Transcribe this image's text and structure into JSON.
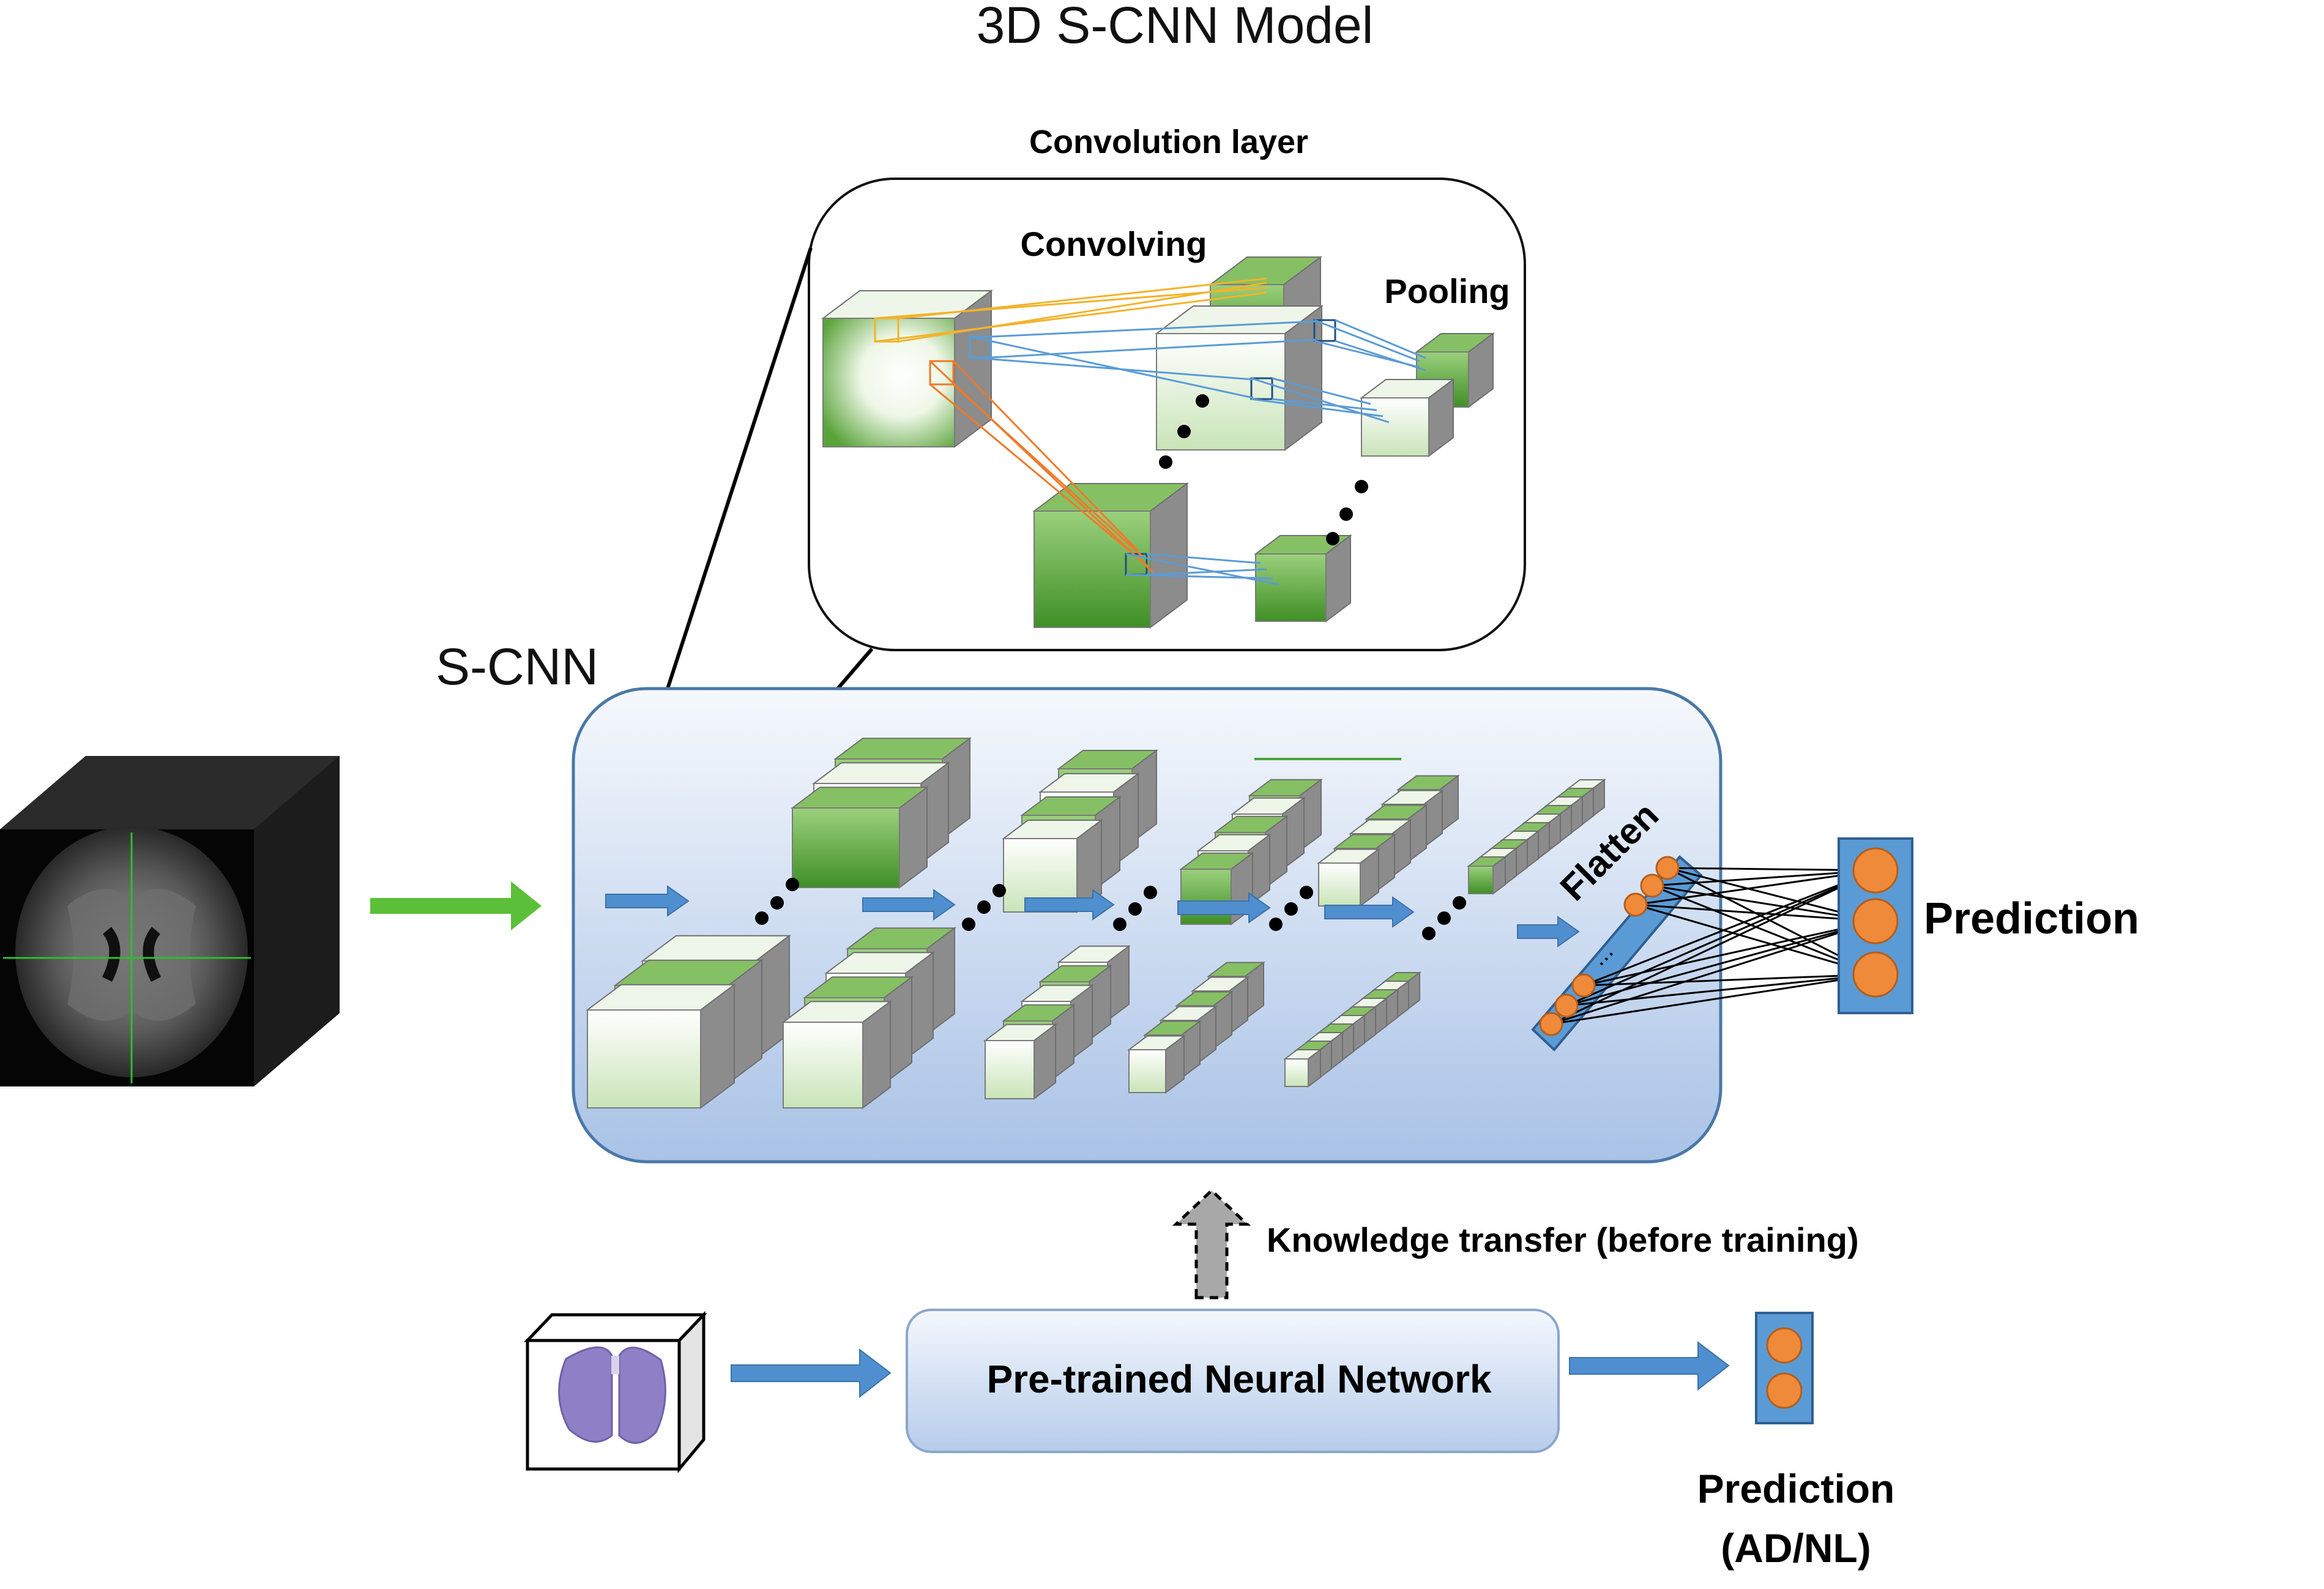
{
  "title": "3D S-CNN Model",
  "labels": {
    "convolution_layer": "Convolution layer",
    "convolving": "Convolving",
    "pooling": "Pooling",
    "s_cnn": "S-CNN",
    "flatten": "Flatten",
    "prediction_main": "Prediction",
    "knowledge_transfer": "Knowledge transfer (before training)",
    "pretrained_network": "Pre-trained Neural Network",
    "prediction_bottom_line1": "Prediction",
    "prediction_bottom_line2": "(AD/NL)",
    "flatten_ellipsis": "..."
  },
  "colors": {
    "arrow_blue": "#4f8fcf",
    "arrow_green": "#5cbf3a",
    "panel_border": "#4a78a8",
    "node_orange": "#ef8a3a",
    "node_bar": "#5b9bd5",
    "cube_green": "#5aa33a",
    "cube_light": "#e4f2dc",
    "kernel_yellow": "#f3b32a",
    "kernel_orange": "#ee7a2a",
    "kernel_blue": "#5b9bd5"
  },
  "icons": {
    "brain_mri_volume": "mri-brain-cube-icon",
    "brain_segmentation": "segmented-brain-cube-icon"
  }
}
